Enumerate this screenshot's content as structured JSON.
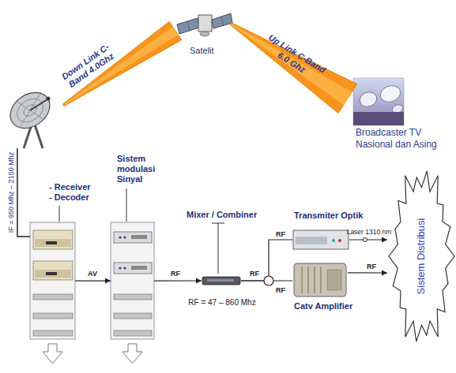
{
  "diagram": {
    "nodes": [
      {
        "text": [
          "Satelit"
        ]
      },
      {
        "text": []
      },
      {
        "text": [
          "Broadcaster TV Nasional dan Asing"
        ]
      },
      {
        "text": [
          "- Receiver - Decoder"
        ]
      },
      {
        "text": [
          "Sistem modulasi Sinyal"
        ]
      },
      {
        "text": [
          "Mixer / Combiner"
        ]
      },
      {
        "text": [
          "Transmiter Optik"
        ]
      },
      {
        "text": [
          "Catv Amplifier"
        ]
      },
      {
        "text": [
          "Sistem Distribusi"
        ]
      }
    ],
    "edges": [
      {
        "from": 0,
        "to": 1,
        "arrow": "none",
        "label": "Down Link C- Band 4.0Ghz"
      },
      {
        "from": 2,
        "to": 0,
        "arrow": "none",
        "label": "Up Link C-Band 6.0 Ghz"
      },
      {
        "from": 1,
        "to": 3,
        "arrow": "none",
        "label": "IF = 950 Mhz – 2150 Mhz"
      },
      {
        "from": 3,
        "to": 4,
        "arrow": "to",
        "label": "AV"
      },
      {
        "from": 4,
        "to": 5,
        "arrow": "to",
        "label": "RF"
      },
      {
        "from": 5,
        "to": 6,
        "arrow": "none",
        "label": "RF"
      },
      {
        "from": 5,
        "to": 7,
        "arrow": "none",
        "label": "RF"
      },
      {
        "from": 6,
        "to": 8,
        "arrow": "to",
        "label": "Laser 1310 nm"
      },
      {
        "from": 7,
        "to": 8,
        "arrow": "to",
        "label": "RF"
      }
    ],
    "labels": [
      "RF",
      "RF = 47 – 860 Mhz"
    ]
  }
}
